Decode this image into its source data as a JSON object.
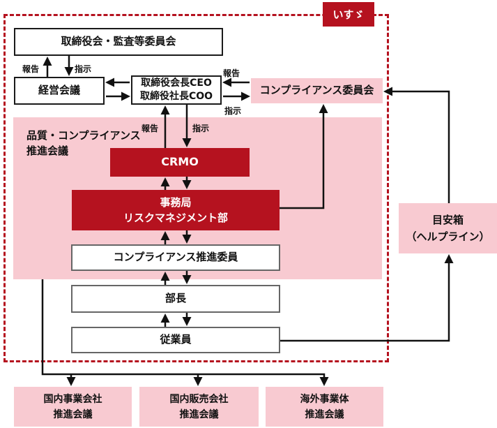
{
  "title_badge": "いすゞ",
  "colors": {
    "accent_red": "#b5121f",
    "pink": "#f8cad1",
    "connector_black": "#111111",
    "lower_box_border_gray": "#666666",
    "upper_box_border_black": "#1a1a1a"
  },
  "flow_labels": {
    "report": "報告",
    "instruct": "指示"
  },
  "nodes": {
    "board": "取締役会・監査等委員会",
    "management_meeting": "経営会議",
    "ceo": {
      "line1": "取締役会長CEO",
      "line2": "取締役社長COO"
    },
    "compliance_committee": "コンプライアンス委員会",
    "quality_compliance_meeting": {
      "line1": "品質・コンプライアンス",
      "line2": "推進会議"
    },
    "crmo": "CRMO",
    "secretariat": {
      "line1": "事務局",
      "line2": "リスクマネジメント部"
    },
    "compliance_promoter": "コンプライアンス推進委員",
    "department_manager": "部長",
    "employees": "従業員",
    "suggestion_box": {
      "line1": "目安箱",
      "line2": "（ヘルプライン）"
    }
  },
  "bottom_meetings": [
    {
      "line1": "国内事業会社",
      "line2": "推進会議"
    },
    {
      "line1": "国内販売会社",
      "line2": "推進会議"
    },
    {
      "line1": "海外事業体",
      "line2": "推進会議"
    }
  ]
}
